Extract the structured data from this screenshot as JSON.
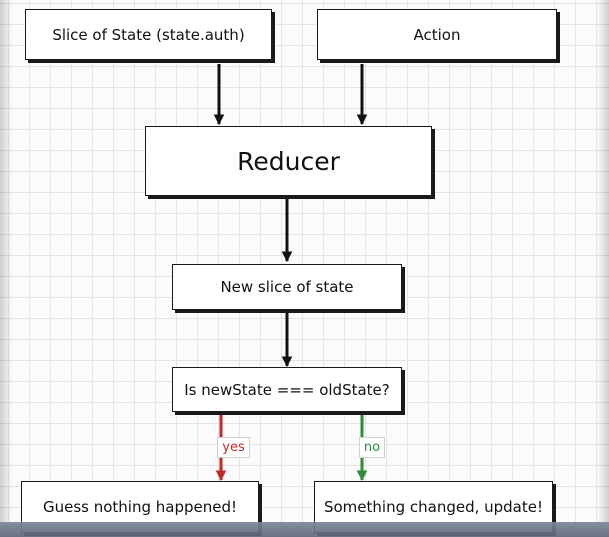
{
  "diagram": {
    "nodes": {
      "slice": "Slice of State (state.auth)",
      "action": "Action",
      "reducer": "Reducer",
      "new_slice": "New slice of state",
      "compare": "Is newState === oldState?",
      "nothing": "Guess nothing happened!",
      "changed": "Something changed, update!"
    },
    "edge_labels": {
      "yes": "yes",
      "no": "no"
    },
    "colors": {
      "yes": "#c62828",
      "no": "#2e8b3a",
      "line": "#111111"
    }
  }
}
